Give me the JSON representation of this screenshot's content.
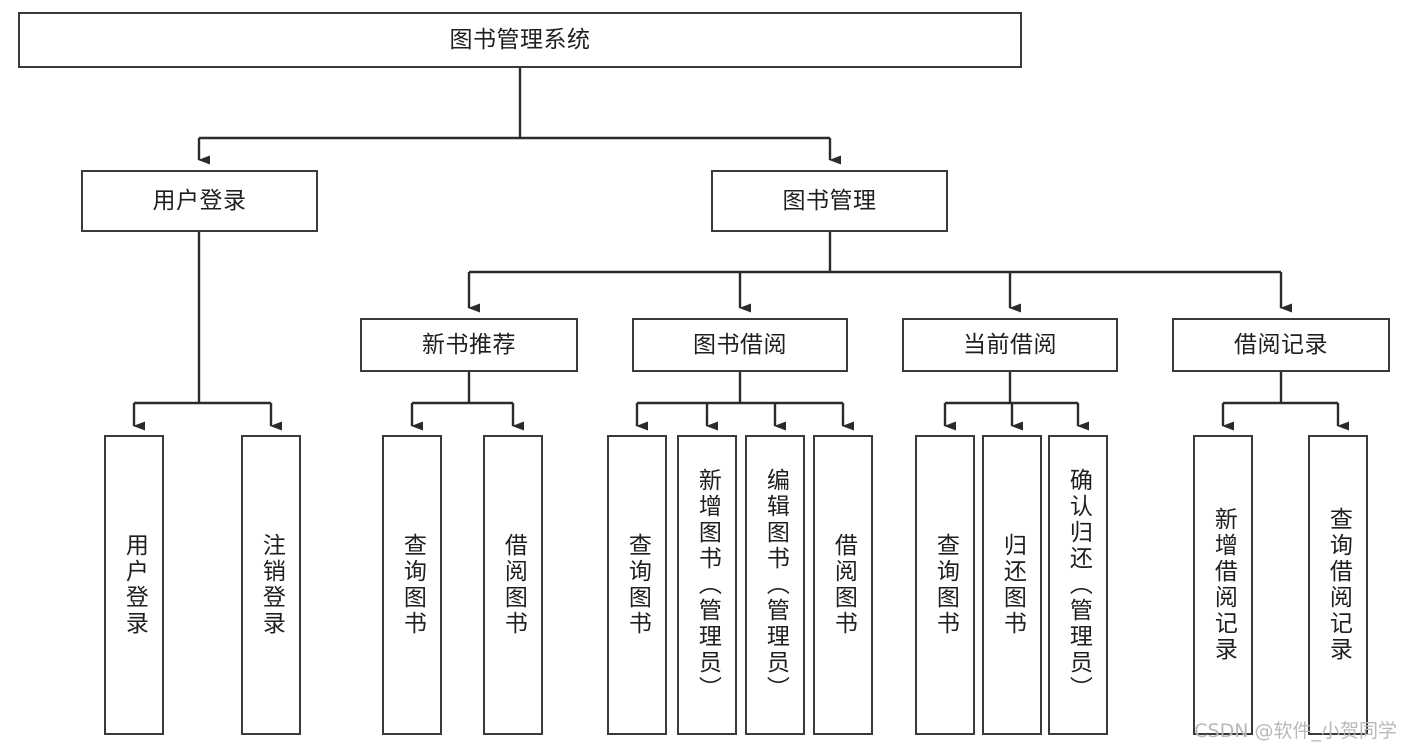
{
  "diagram": {
    "type": "tree",
    "title": "图书管理系统",
    "root": {
      "id": "root",
      "label": "图书管理系统"
    },
    "level2": [
      {
        "id": "user-login",
        "label": "用户登录"
      },
      {
        "id": "book-manage",
        "label": "图书管理"
      }
    ],
    "level3": [
      {
        "id": "new-book-rec",
        "label": "新书推荐",
        "parent": "book-manage"
      },
      {
        "id": "book-borrow",
        "label": "图书借阅",
        "parent": "book-manage"
      },
      {
        "id": "current-borrow",
        "label": "当前借阅",
        "parent": "book-manage"
      },
      {
        "id": "borrow-record",
        "label": "借阅记录",
        "parent": "book-manage"
      }
    ],
    "leaves": [
      {
        "id": "leaf-user-login",
        "label": "用户登录",
        "parent": "user-login"
      },
      {
        "id": "leaf-user-logout",
        "label": "注销登录",
        "parent": "user-login"
      },
      {
        "id": "leaf-query-book-1",
        "label": "查询图书",
        "parent": "new-book-rec"
      },
      {
        "id": "leaf-borrow-book-1",
        "label": "借阅图书",
        "parent": "new-book-rec"
      },
      {
        "id": "leaf-query-book-2",
        "label": "查询图书",
        "parent": "book-borrow"
      },
      {
        "id": "leaf-add-book",
        "label": "新增图书（管理员）",
        "parent": "book-borrow"
      },
      {
        "id": "leaf-edit-book",
        "label": "编辑图书（管理员）",
        "parent": "book-borrow"
      },
      {
        "id": "leaf-borrow-book-2",
        "label": "借阅图书",
        "parent": "book-borrow"
      },
      {
        "id": "leaf-query-book-3",
        "label": "查询图书",
        "parent": "current-borrow"
      },
      {
        "id": "leaf-return-book",
        "label": "归还图书",
        "parent": "current-borrow"
      },
      {
        "id": "leaf-confirm-return",
        "label": "确认归还（管理员）",
        "parent": "current-borrow"
      },
      {
        "id": "leaf-add-record",
        "label": "新增借阅记录",
        "parent": "borrow-record"
      },
      {
        "id": "leaf-query-record",
        "label": "查询借阅记录",
        "parent": "borrow-record"
      }
    ],
    "colors": {
      "box_border": "#3a3a3a",
      "box_fill": "#ffffff",
      "edge": "#2b2b2b",
      "text": "#1f1f1f",
      "watermark": "#b9b9b9",
      "background": "#ffffff"
    }
  },
  "watermark": {
    "text": "CSDN @软件_小贺同学"
  }
}
